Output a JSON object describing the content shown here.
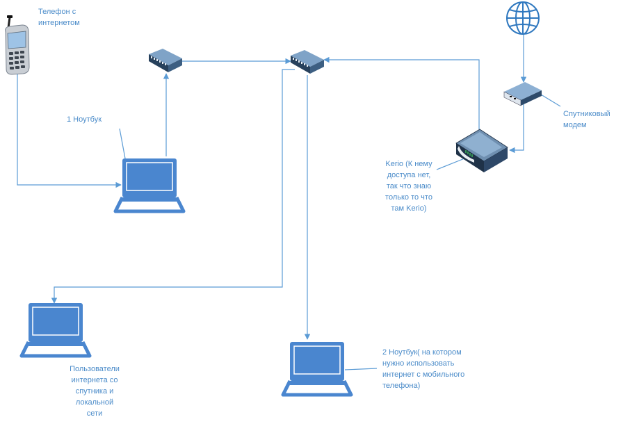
{
  "colors": {
    "line": "#5b9bd5",
    "laptop": "#4a86cf",
    "laptop_screen_border": "#ffffff",
    "label_text": "#4a8bc9",
    "device_dark": "#2f4a66",
    "globe": "#2f78bf"
  },
  "icons": {
    "phone": "mobile-phone-icon",
    "switch": "network-switch-icon",
    "globe": "internet-globe-icon",
    "modem": "satellite-modem-icon",
    "router": "kerio-router-icon",
    "laptop": "laptop-icon"
  },
  "labels": {
    "phone": "Телефон с\nинтернетом",
    "laptop1": "1 Ноутбук",
    "satellite_modem": "Спутниковый\nмодем",
    "kerio": "Kerio (К нему\nдоступа нет,\nтак что знаю\nтолько то что\nтам Kerio)",
    "users": "Пользователи\nинтернета со\nспутника и\nлокальной\nсети",
    "laptop2": "2 Ноутбук( на котором\nнужно использовать\nинтернет с мобильного\nтелефона)"
  }
}
